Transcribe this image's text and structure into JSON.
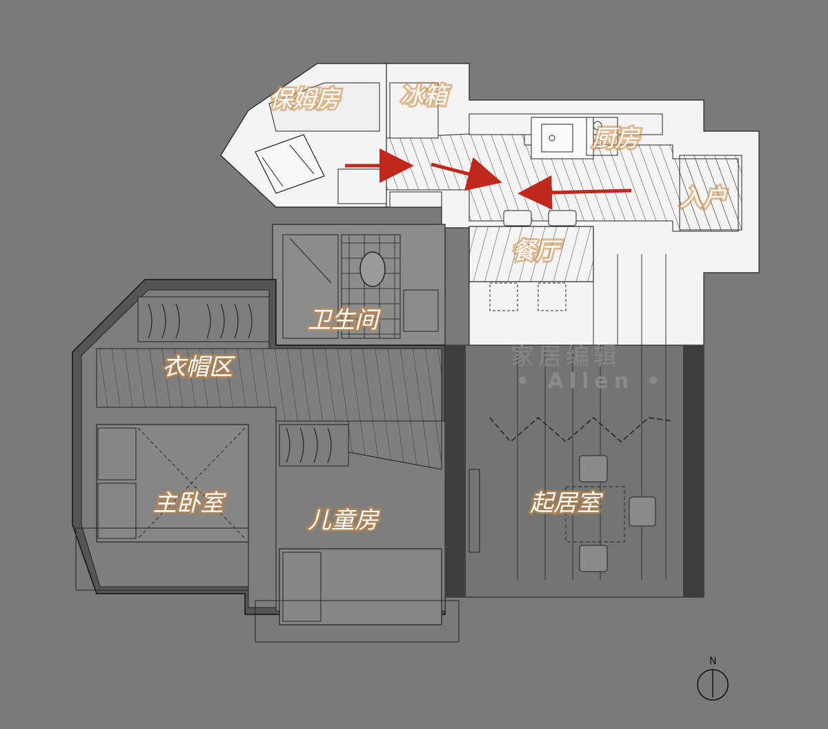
{
  "rooms": {
    "nanny_room": "保姆房",
    "fridge": "冰箱",
    "kitchen": "厨房",
    "entrance": "入户",
    "dining": "餐厅",
    "bathroom": "卫生间",
    "cloakroom": "衣帽区",
    "master_bedroom": "主卧室",
    "kids_room": "儿童房",
    "living_room": "起居室"
  },
  "watermark": {
    "chinese": "家居编辑",
    "english": "• Allen •"
  },
  "compass": {
    "north": "N"
  },
  "colors": {
    "background": "#7a7a7a",
    "arrow": "#c0281e",
    "label_glow": "#c8893e"
  }
}
